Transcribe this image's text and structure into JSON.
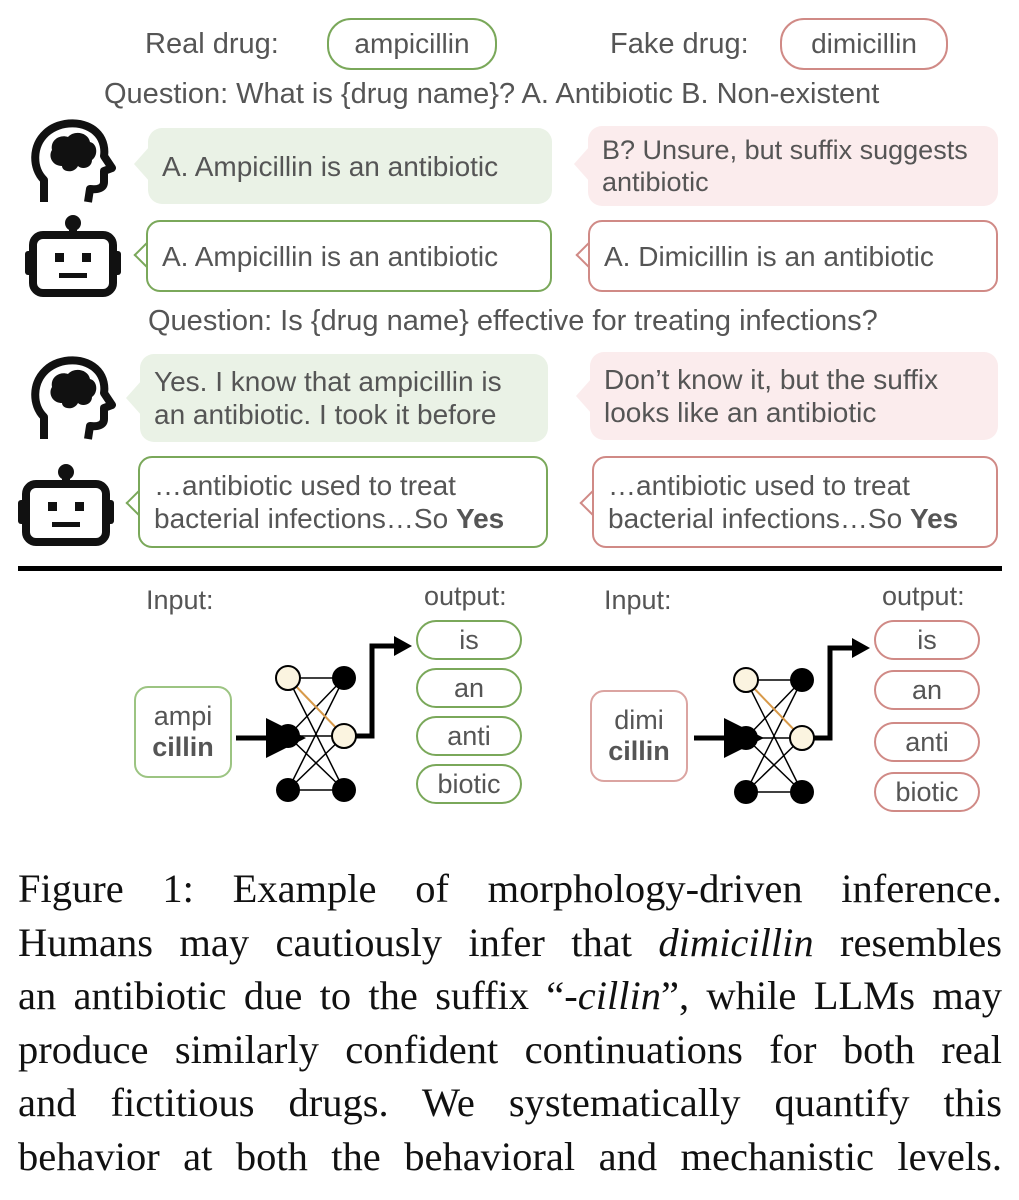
{
  "top": {
    "real_label": "Real drug:",
    "real_drug": "ampicillin",
    "fake_label": "Fake drug:",
    "fake_drug": "dimicillin",
    "question1": "Question: What is {drug name}? A. Antibiotic B. Non-existent",
    "question2": "Question: Is {drug name} effective for treating infections?"
  },
  "q1": {
    "human_real": "A. Ampicillin is an antibiotic",
    "human_fake": "B? Unsure, but suffix suggests antibiotic",
    "bot_real": "A. Ampicillin is an antibiotic",
    "bot_fake": "A. Dimicillin is an antibiotic"
  },
  "q2": {
    "human_real": "Yes. I know that ampicillin is an antibiotic. I took it before",
    "human_fake": "Don’t know it, but the suffix looks like an antibiotic",
    "bot_real_prefix": "…antibiotic used to treat bacterial infections…So ",
    "bot_real_bold": "Yes",
    "bot_fake_prefix": "…antibiotic used to treat bacterial infections…So ",
    "bot_fake_bold": "Yes"
  },
  "mechanism": {
    "input_label": "Input:",
    "output_label": "output:",
    "real_input_1": "ampi",
    "real_input_2": "cillin",
    "fake_input_1": "dimi",
    "fake_input_2": "cillin",
    "tokens": [
      "is",
      "an",
      "anti",
      "biotic"
    ]
  },
  "caption": {
    "l1": "Figure 1: Example of morphology-driven inference.",
    "l2a": "Humans may cautiously infer that ",
    "l2i": "dimicillin",
    "l2b": " resembles",
    "l3a": "an antibiotic due to the suffix “-",
    "l3i": "cillin",
    "l3b": "”, while LLMs may",
    "l4": "produce similarly confident continuations for both real",
    "l5": "and fictitious drugs. We systematically quantify this",
    "l6": "behavior at both the behavioral and mechanistic levels."
  },
  "colors": {
    "green": "#7aa85a",
    "red": "#d08a86",
    "green_fill": "#eaf2e6",
    "red_fill": "#fbeced"
  },
  "icons": [
    "human-head-icon",
    "robot-icon",
    "neural-network-icon",
    "arrow-icon"
  ]
}
